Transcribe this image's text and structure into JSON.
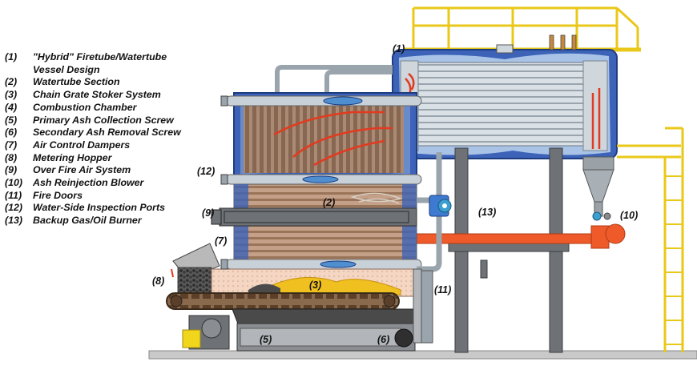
{
  "legend": [
    {
      "num": "(1)",
      "label": "\"Hybrid\" Firetube/Watertube Vessel Design"
    },
    {
      "num": "(2)",
      "label": "Watertube Section"
    },
    {
      "num": "(3)",
      "label": "Chain Grate Stoker System"
    },
    {
      "num": "(4)",
      "label": "Combustion Chamber"
    },
    {
      "num": "(5)",
      "label": "Primary Ash Collection Screw"
    },
    {
      "num": "(6)",
      "label": "Secondary Ash Removal Screw"
    },
    {
      "num": "(7)",
      "label": "Air Control Dampers"
    },
    {
      "num": "(8)",
      "label": "Metering Hopper"
    },
    {
      "num": "(9)",
      "label": "Over Fire Air System"
    },
    {
      "num": "(10)",
      "label": "Ash Reinjection Blower"
    },
    {
      "num": "(11)",
      "label": "Fire Doors"
    },
    {
      "num": "(12)",
      "label": "Water-Side Inspection Ports"
    },
    {
      "num": "(13)",
      "label": "Backup Gas/Oil Burner"
    }
  ],
  "callouts": {
    "c1": "(1)",
    "c2": "(2)",
    "c3": "(3)",
    "c5": "(5)",
    "c6": "(6)",
    "c7": "(7)",
    "c8": "(8)",
    "c9": "(9)",
    "c10": "(10)",
    "c11": "(11)",
    "c12": "(12)",
    "c13": "(13)"
  },
  "colors": {
    "vessel_blue": "#3d63b8",
    "vessel_light": "#bcd3ef",
    "tube_brown": "#9c7658",
    "flame_red": "#e23a20",
    "fuel_yellow": "#f0c020",
    "chamber_pink": "#f4d8c6",
    "steel_gray": "#6e7276",
    "platform_yellow": "#f2d61c",
    "blower_orange": "#ee5a2a"
  }
}
